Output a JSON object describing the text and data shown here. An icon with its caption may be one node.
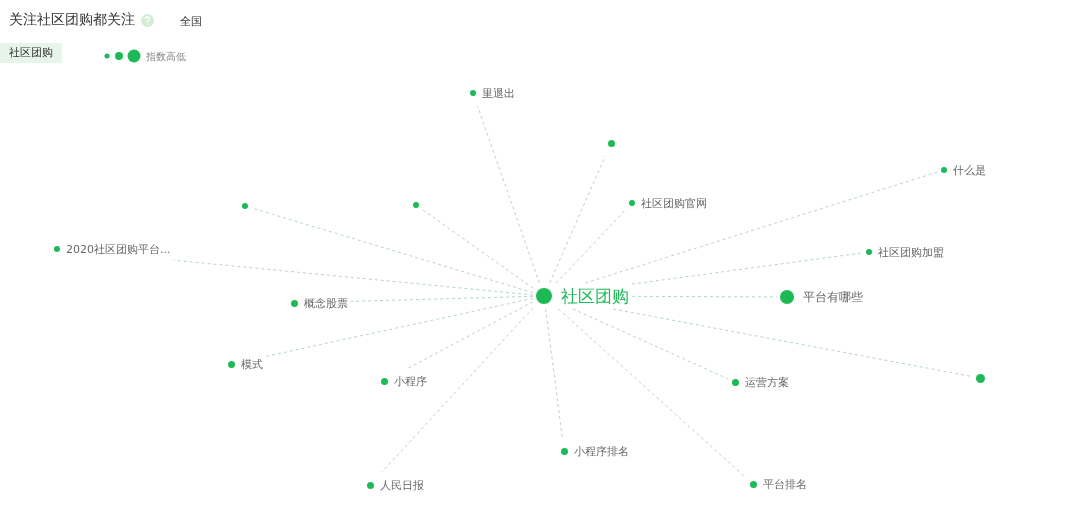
{
  "diagram": {
    "title": "关注社区团购都关注",
    "nodes": [
      {
        "text": [
          "社区团购"
        ]
      },
      {
        "text": [
          "里退出"
        ]
      },
      {
        "text": [],
        "shape": "circle"
      },
      {
        "text": [
          "什么是"
        ]
      },
      {
        "text": [
          "社区团购官网"
        ]
      },
      {
        "text": [],
        "shape": "circle"
      },
      {
        "text": [],
        "shape": "circle"
      },
      {
        "text": [
          "2020社区团购平台..."
        ]
      },
      {
        "text": [
          "社区团购加盟"
        ]
      },
      {
        "text": [
          "平台有哪些"
        ]
      },
      {
        "text": [
          "概念股票"
        ]
      },
      {
        "text": [
          "模式"
        ]
      },
      {
        "text": [
          "小程序"
        ]
      },
      {
        "text": [
          "运营方案"
        ]
      },
      {
        "text": [],
        "shape": "circle"
      },
      {
        "text": [
          "小程序排名"
        ]
      },
      {
        "text": [
          "人民日报"
        ]
      },
      {
        "text": [
          "平台排名"
        ]
      }
    ],
    "edges": [
      {
        "from": 0,
        "to": 1,
        "arrow": "none"
      },
      {
        "from": 0,
        "to": 2,
        "arrow": "none"
      },
      {
        "from": 0,
        "to": 3,
        "arrow": "none"
      },
      {
        "from": 0,
        "to": 4,
        "arrow": "none"
      },
      {
        "from": 0,
        "to": 5,
        "arrow": "none"
      },
      {
        "from": 0,
        "to": 6,
        "arrow": "none"
      },
      {
        "from": 0,
        "to": 7,
        "arrow": "none"
      },
      {
        "from": 0,
        "to": 8,
        "arrow": "none"
      },
      {
        "from": 0,
        "to": 9,
        "arrow": "none"
      },
      {
        "from": 0,
        "to": 10,
        "arrow": "none"
      },
      {
        "from": 0,
        "to": 11,
        "arrow": "none"
      },
      {
        "from": 0,
        "to": 12,
        "arrow": "none"
      },
      {
        "from": 0,
        "to": 13,
        "arrow": "none"
      },
      {
        "from": 0,
        "to": 14,
        "arrow": "none"
      },
      {
        "from": 0,
        "to": 15,
        "arrow": "none"
      },
      {
        "from": 0,
        "to": 16,
        "arrow": "none"
      },
      {
        "from": 0,
        "to": 17,
        "arrow": "none"
      }
    ],
    "labels": [
      "全国",
      "社区团购"
    ],
    "legend": [
      {
        "text": "指数高低"
      }
    ]
  }
}
